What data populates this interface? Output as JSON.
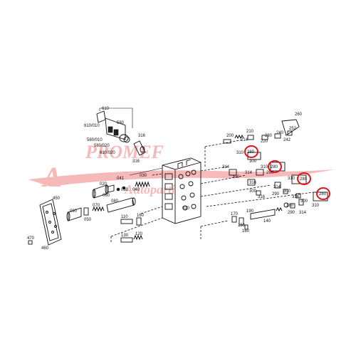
{
  "diagram": {
    "labels": [
      "010",
      "020",
      "030",
      "040",
      "041",
      "050",
      "060",
      "070",
      "080",
      "090",
      "110",
      "120",
      "130",
      "140",
      "150",
      "160",
      "170",
      "180",
      "190",
      "200",
      "210",
      "214",
      "220",
      "230",
      "240",
      "242",
      "252",
      "260",
      "280",
      "290",
      "300",
      "310",
      "314",
      "316",
      "450",
      "460",
      "470",
      "580",
      "580/010",
      "580/020",
      "610",
      "610/010",
      "610/020"
    ],
    "highlighted": [
      "280"
    ],
    "highlight_color": "#e0121b",
    "watermark_lines": [
      "PROMEF",
      "Autoparti"
    ],
    "watermark_color": "#f08080"
  }
}
